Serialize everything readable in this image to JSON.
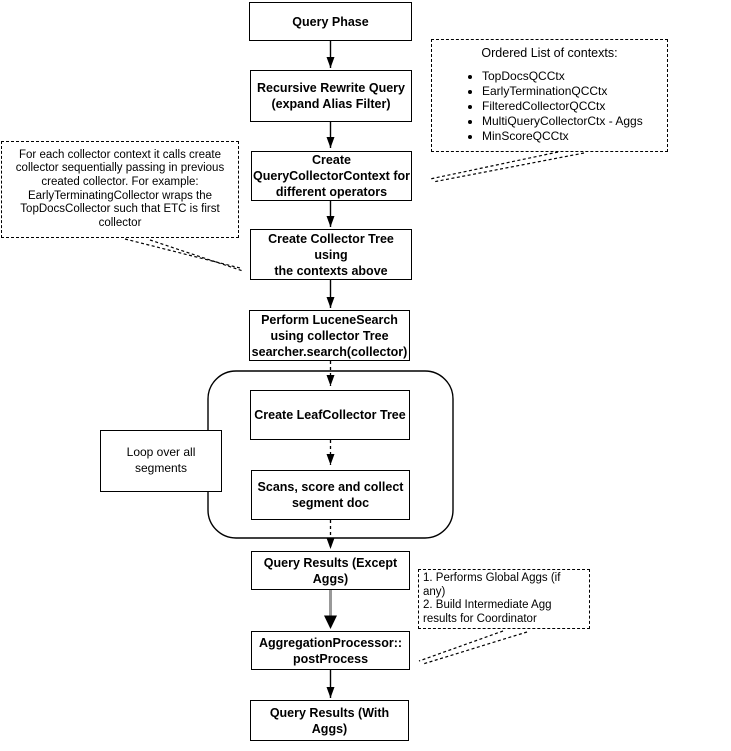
{
  "diagram": {
    "nodes": {
      "query_phase": "Query Phase",
      "recursive_rewrite": "Recursive Rewrite Query\n(expand Alias Filter)",
      "create_query_collector_context": "Create\nQueryCollectorContext for\ndifferent operators",
      "create_collector_tree": "Create Collector Tree using\nthe contexts above",
      "perform_lucene_search": "Perform LuceneSearch\nusing collector Tree\nsearcher.search(collector)",
      "create_leaf_collector_tree": "Create LeafCollector Tree",
      "scans_score_collect": "Scans, score and collect\nsegment doc",
      "loop_over_segments": "Loop over all\nsegments",
      "query_results_except_aggs": "Query Results (Except\nAggs)",
      "aggregation_processor": "AggregationProcessor::\npostProcess",
      "query_results_with_aggs": "Query Results (With Aggs)"
    },
    "annotations": {
      "ordered_contexts": {
        "title": "Ordered List of contexts:",
        "items": [
          "TopDocsQCCtx",
          "EarlyTerminationQCCtx",
          "FilteredCollectorQCCtx",
          "MultiQueryCollectorCtx - Aggs",
          "MinScoreQCCtx"
        ]
      },
      "collector_creation_note": "For each collector context it calls create\ncollector sequentially passing in previous\ncreated collector. For example:\nEarlyTerminatingCollector wraps the\nTopDocsCollector such that ETC is first\ncollector",
      "post_process_note": "1. Performs Global Aggs (if\nany)\n2. Build Intermediate Agg\nresults for Coordinator"
    },
    "colors": {
      "stroke": "#000000",
      "background": "#ffffff",
      "highlight_arrow_shaft": "#999999"
    }
  }
}
